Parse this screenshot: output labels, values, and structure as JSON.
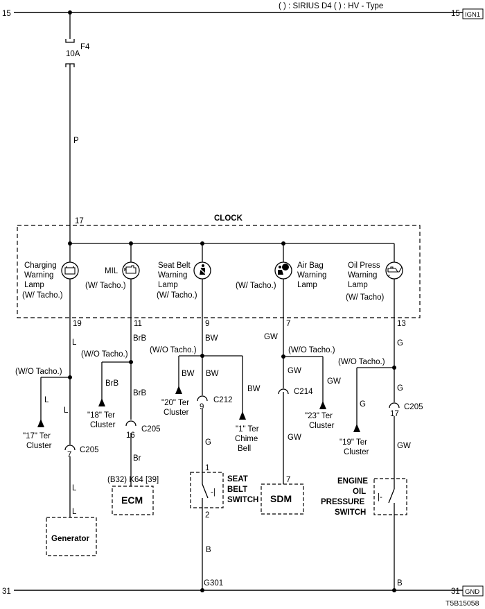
{
  "header": {
    "rail_top_left": "15",
    "rail_top_right": "15",
    "ign_tag": "IGN1",
    "legend": "( ) : SIRIUS D4  ( ) : HV - Type"
  },
  "fuse": {
    "name": "F4",
    "rating": "10A",
    "wire_color": "P"
  },
  "clock": {
    "title": "CLOCK",
    "input_pin": "17",
    "lamps": [
      {
        "name_lines": [
          "Charging",
          "Warning",
          "Lamp",
          "(W/ Tacho.)"
        ],
        "icon": "battery-icon",
        "pin": "19"
      },
      {
        "name_lines": [
          "MIL",
          "(W/ Tacho.)"
        ],
        "icon": "engine-icon",
        "pin": "11"
      },
      {
        "name_lines": [
          "Seat Belt",
          "Warning",
          "Lamp",
          "(W/ Tacho.)"
        ],
        "icon": "seatbelt-icon",
        "pin": "9"
      },
      {
        "name_lines": [
          "Air Bag",
          "Warning",
          "Lamp",
          "(W/ Tacho.)"
        ],
        "icon": "airbag-icon",
        "pin": "7"
      },
      {
        "name_lines": [
          "Oil Press",
          "Warning",
          "Lamp",
          "(W/ Tacho)"
        ],
        "icon": "oil-can-icon",
        "pin": "13"
      }
    ]
  },
  "wires": {
    "charging": {
      "color_top": "L",
      "color_branch": "L",
      "color_mid": "L",
      "color_bottom": "L",
      "branch_label": "(W/O Tacho.)",
      "branch_target": [
        "\"17\" Ter",
        "Cluster"
      ],
      "connector": "C205",
      "connector_pin": "7"
    },
    "mil": {
      "color_top": "BrB",
      "color_branch": "BrB",
      "color_mid": "BrB",
      "color_bottom": "Br",
      "branch_label": "(W/O Tacho.)",
      "branch_target": [
        "\"18\" Ter",
        "Cluster"
      ],
      "connector": "C205",
      "connector_pin": "16"
    },
    "seatbelt": {
      "color_top": "BW",
      "color_branch": "BW",
      "color_mid": "BW",
      "color_chime": "BW",
      "color_lower": "G",
      "color_gnd": "B",
      "branch_label": "(W/O Tacho.)",
      "branch_target": [
        "\"20\" Ter",
        "Cluster"
      ],
      "chime_target": [
        "\"1\" Ter",
        "Chime",
        "Bell"
      ],
      "connector": "C212",
      "connector_pin": "9",
      "switch_pin_top": "1",
      "switch_pin_bottom": "2",
      "ground": "G301"
    },
    "airbag": {
      "color_top": "GW",
      "color_mid": "GW",
      "color_branch": "GW",
      "color_lower": "GW",
      "branch_label": "(W/O Tacho.)",
      "branch_target": [
        "\"23\" Ter",
        "Cluster"
      ],
      "connector": "C214",
      "sdm_pin": "7"
    },
    "oil": {
      "color_top": "G",
      "color_mid": "G",
      "color_branch": "G",
      "color_lower": "GW",
      "color_gnd": "B",
      "branch_label": "(W/O Tacho.)",
      "branch_target": [
        "\"19\" Ter",
        "Cluster"
      ],
      "connector": "C205",
      "connector_pin": "17"
    }
  },
  "components": {
    "ecm": {
      "label": "ECM",
      "pin_label": "(B32)  K64 [39]"
    },
    "generator": {
      "label": "Generator"
    },
    "sdm": {
      "label": "SDM"
    },
    "seatbelt_switch": {
      "lines": [
        "SEAT",
        "BELT",
        "SWITCH"
      ]
    },
    "oil_switch": {
      "lines": [
        "ENGINE",
        "OIL",
        "PRESSURE",
        "SWITCH"
      ]
    }
  },
  "footer": {
    "rail_bottom_left": "31",
    "rail_bottom_right": "31",
    "gnd_tag": "GND",
    "code": "T5B15058"
  }
}
